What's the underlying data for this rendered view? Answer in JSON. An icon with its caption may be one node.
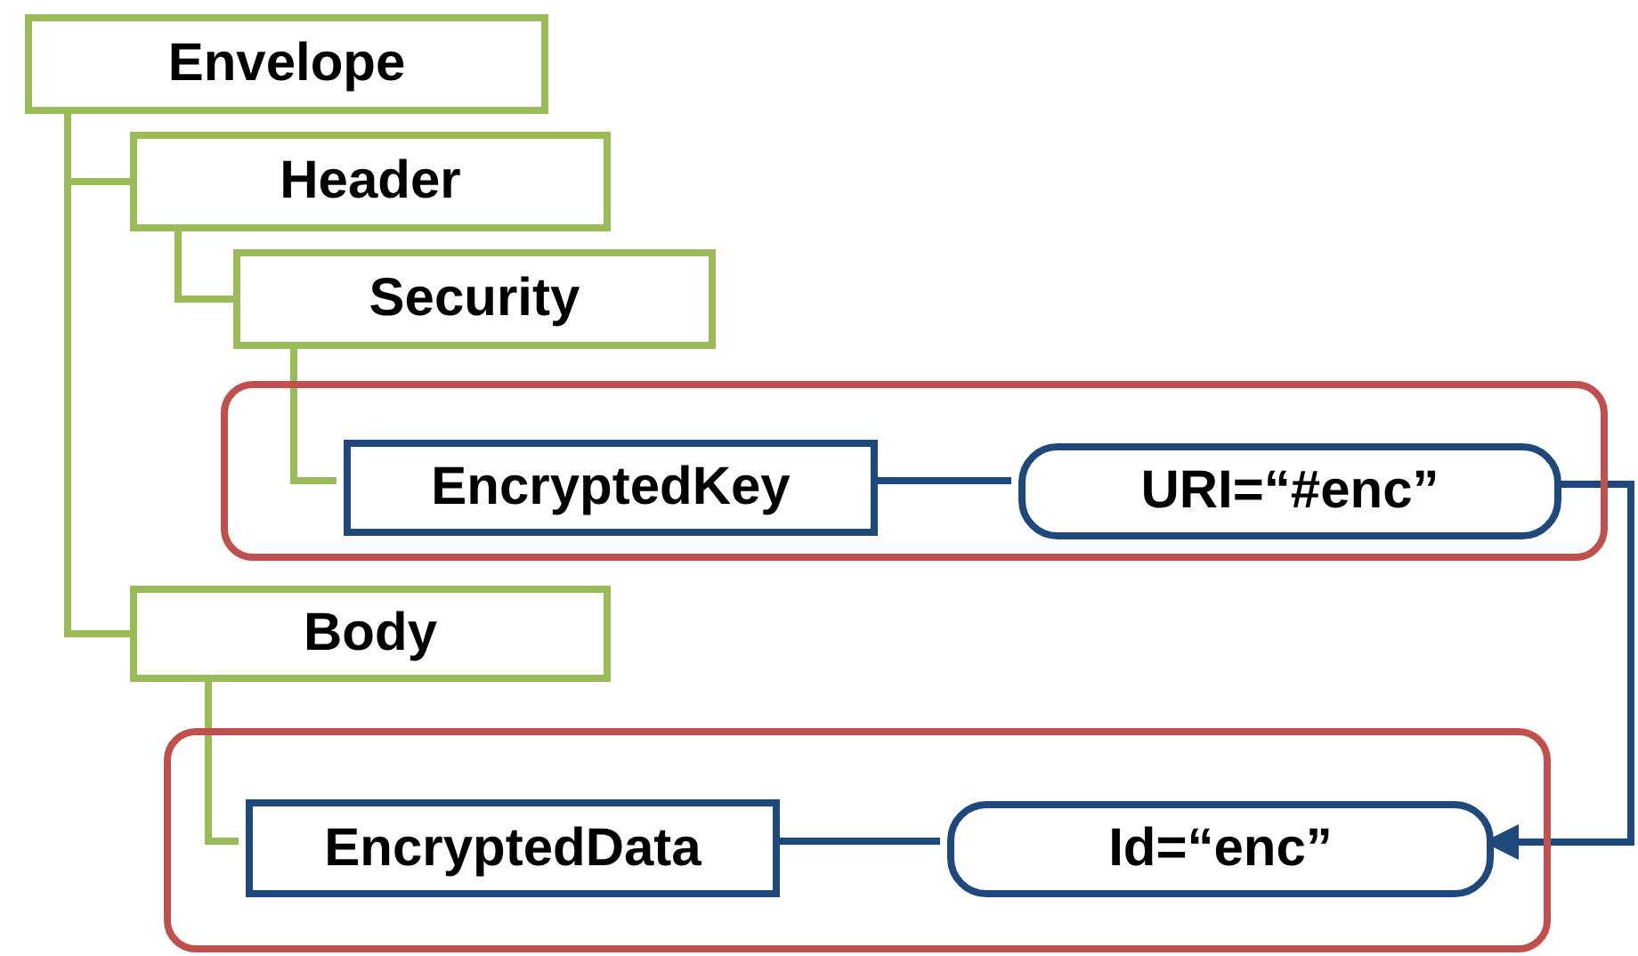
{
  "diagram": {
    "nodes": [
      {
        "text": [
          "Envelope"
        ]
      },
      {
        "text": [
          "Header"
        ]
      },
      {
        "text": [
          "Security"
        ]
      },
      {
        "text": [],
        "shape": "box"
      },
      {
        "text": [
          "EncryptedKey"
        ],
        "in": 3
      },
      {
        "text": [
          "URI=“#enc”"
        ],
        "in": 3
      },
      {
        "text": [
          "Body"
        ]
      },
      {
        "text": [],
        "shape": "box"
      },
      {
        "text": [
          "EncryptedData"
        ],
        "in": 7
      },
      {
        "text": [
          "Id=“enc”"
        ],
        "in": 7
      }
    ],
    "edges": [
      {
        "from": 0,
        "to": 1,
        "arrow": "none"
      },
      {
        "from": 1,
        "to": 2,
        "arrow": "none"
      },
      {
        "from": 2,
        "to": 4,
        "arrow": "none"
      },
      {
        "from": 0,
        "to": 6,
        "arrow": "none"
      },
      {
        "from": 6,
        "to": 8,
        "arrow": "none"
      },
      {
        "from": 4,
        "to": 5,
        "arrow": "none",
        "color": "#1f497d"
      },
      {
        "from": 8,
        "to": 9,
        "arrow": "none",
        "color": "#1f497d"
      },
      {
        "from": 5,
        "to": 9,
        "arrow": "to",
        "color": "#1f497d"
      }
    ]
  }
}
